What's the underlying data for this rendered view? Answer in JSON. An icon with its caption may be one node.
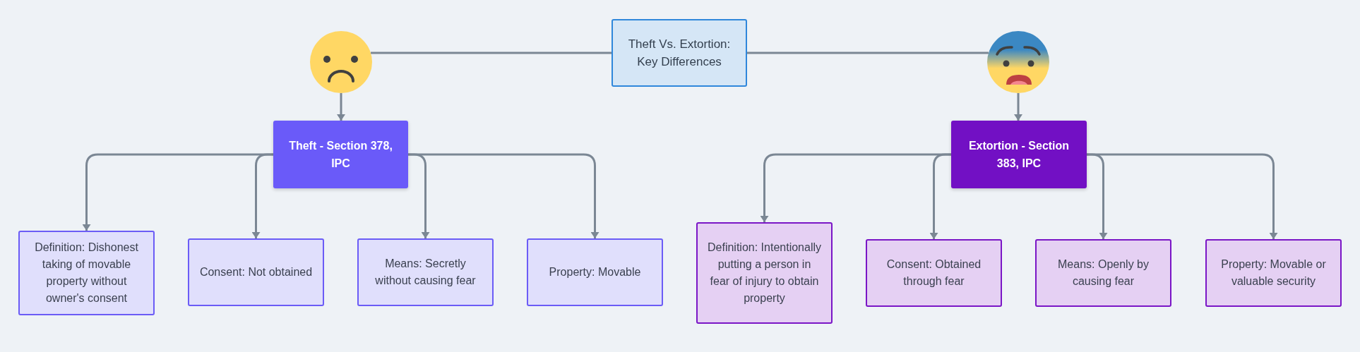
{
  "diagram": {
    "nodes": [
      {
        "text": [],
        "shape": "picture"
      },
      {
        "text": [
          "Theft Vs. Extortion: Key Differences"
        ]
      },
      {
        "text": [],
        "shape": "picture"
      },
      {
        "text": [
          "Theft - Section 378, IPC"
        ]
      },
      {
        "text": [
          "Extortion - Section 383, IPC"
        ]
      },
      {
        "text": [
          "Definition: Dishonest taking of movable property without owner's consent"
        ]
      },
      {
        "text": [
          "Consent: Not obtained"
        ]
      },
      {
        "text": [
          "Means: Secretly without causing fear"
        ]
      },
      {
        "text": [
          "Property: Movable"
        ]
      },
      {
        "text": [
          "Definition: Intentionally putting a person in fear of injury to obtain property"
        ]
      },
      {
        "text": [
          "Consent: Obtained through fear"
        ]
      },
      {
        "text": [
          "Means: Openly by causing fear"
        ]
      },
      {
        "text": [
          "Property: Movable or valuable security"
        ]
      }
    ],
    "edges": [
      {
        "from": 1,
        "to": 0,
        "arrow": "none"
      },
      {
        "from": 1,
        "to": 2,
        "arrow": "none"
      },
      {
        "from": 0,
        "to": 3,
        "arrow": "to"
      },
      {
        "from": 2,
        "to": 4,
        "arrow": "to"
      },
      {
        "from": 3,
        "to": 5,
        "arrow": "to"
      },
      {
        "from": 3,
        "to": 6,
        "arrow": "to"
      },
      {
        "from": 3,
        "to": 7,
        "arrow": "to"
      },
      {
        "from": 3,
        "to": 8,
        "arrow": "to"
      },
      {
        "from": 4,
        "to": 9,
        "arrow": "to"
      },
      {
        "from": 4,
        "to": 10,
        "arrow": "to"
      },
      {
        "from": 4,
        "to": 11,
        "arrow": "to"
      },
      {
        "from": 4,
        "to": 12,
        "arrow": "to"
      }
    ]
  }
}
